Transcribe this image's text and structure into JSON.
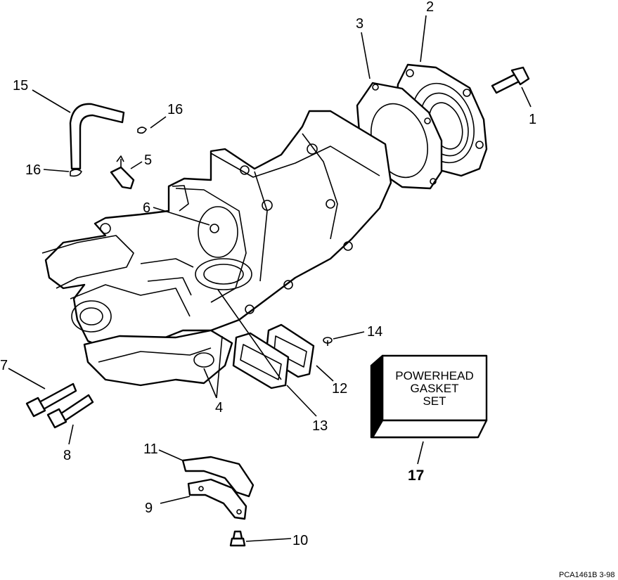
{
  "callouts": {
    "c1": "1",
    "c2": "2",
    "c3": "3",
    "c4": "4",
    "c5": "5",
    "c6": "6",
    "c7": "7",
    "c8": "8",
    "c9": "9",
    "c10": "10",
    "c11": "11",
    "c12": "12",
    "c13": "13",
    "c14": "14",
    "c15": "15",
    "c16a": "16",
    "c16b": "16",
    "c17": "17"
  },
  "gasket_box": {
    "line1": "POWERHEAD",
    "line2": "GASKET",
    "line3": "SET"
  },
  "figure_id": "PCA1461B 3-98"
}
